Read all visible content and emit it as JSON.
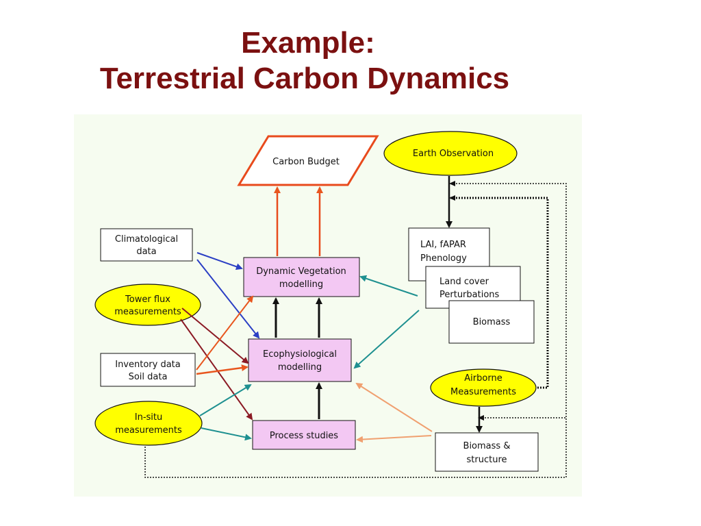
{
  "slide": {
    "title_line1": "Example:",
    "title_line2": "Terrestrial Carbon Dynamics"
  },
  "diagram": {
    "carbon_budget": "Carbon Budget",
    "earth_observation": "Earth Observation",
    "climatological": [
      "Climatological",
      "data"
    ],
    "tower_flux": [
      "Tower flux",
      "measurements"
    ],
    "inventory": [
      "Inventory data",
      "Soil data"
    ],
    "in_situ": [
      "In-situ",
      "measurements"
    ],
    "dynamic_vegetation": [
      "Dynamic Vegetation",
      "modelling"
    ],
    "ecophysiological": [
      "Ecophysiological",
      "modelling"
    ],
    "process_studies": "Process studies",
    "lai": [
      "LAI, fAPAR",
      "Phenology"
    ],
    "land_cover": [
      "Land cover",
      "Perturbations"
    ],
    "biomass": "Biomass",
    "airborne": [
      "Airborne",
      "Measurements"
    ],
    "biomass_structure": [
      "Biomass &",
      "structure"
    ]
  },
  "colors": {
    "title": "#7b1010",
    "ellipse_fill": "#ffff00",
    "model_fill": "#f3c8f3",
    "carbon_budget_stroke": "#e84a1c",
    "arrow_blue": "#2b3fc4",
    "arrow_maroon": "#8b1a24",
    "arrow_orange": "#e8561e",
    "arrow_teal": "#1e9090",
    "arrow_peach": "#f0a070"
  }
}
